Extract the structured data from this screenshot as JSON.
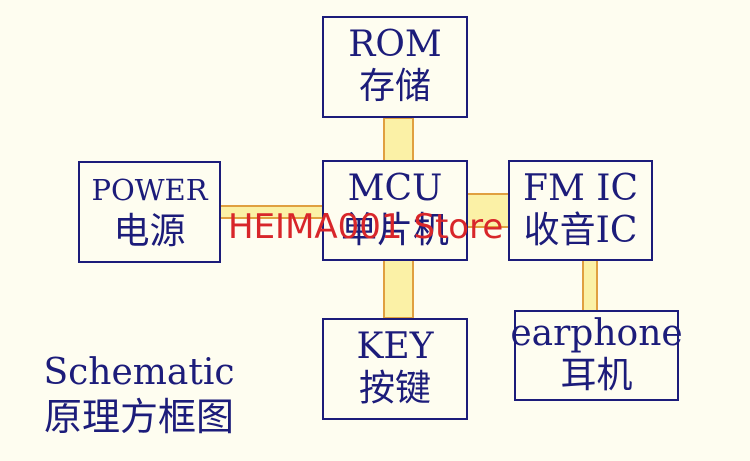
{
  "blocks": {
    "rom": {
      "en": "ROM",
      "zh": "存储"
    },
    "power": {
      "en": "POWER",
      "zh": "电源"
    },
    "mcu": {
      "en": "MCU",
      "zh": "单片机"
    },
    "fmic": {
      "en": "FM IC",
      "zh": "收音IC"
    },
    "key": {
      "en": "KEY",
      "zh": "按键"
    },
    "earphone": {
      "en": "earphone",
      "zh": "耳机"
    }
  },
  "legend": {
    "en": "Schematic",
    "zh": "原理方框图"
  },
  "watermark": "HEIMA001 Store",
  "colors": {
    "text": "#1c1c7a",
    "connector_fill": "#fbf1a6",
    "connector_border": "#e0a040",
    "watermark": "#d8262a",
    "background": "#fefdf0"
  }
}
